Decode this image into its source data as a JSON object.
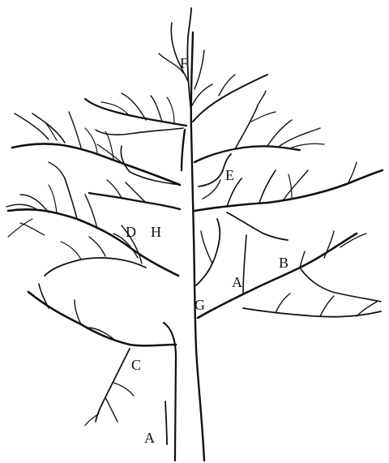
{
  "labels": {
    "F": "F",
    "E": "E",
    "D": "D",
    "H": "H",
    "B": "B",
    "A_mid": "A",
    "G": "G",
    "C": "C",
    "A_bottom": "A"
  },
  "colors": {
    "ink": "#111111",
    "background": "#ffffff"
  }
}
